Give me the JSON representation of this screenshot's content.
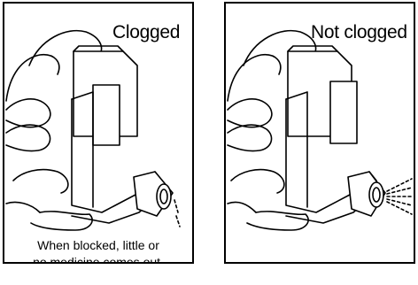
{
  "panels": [
    {
      "title": "Clogged",
      "caption": [
        "When blocked, little or",
        "no medicine comes out."
      ]
    },
    {
      "title": "Not clogged",
      "caption": []
    }
  ]
}
